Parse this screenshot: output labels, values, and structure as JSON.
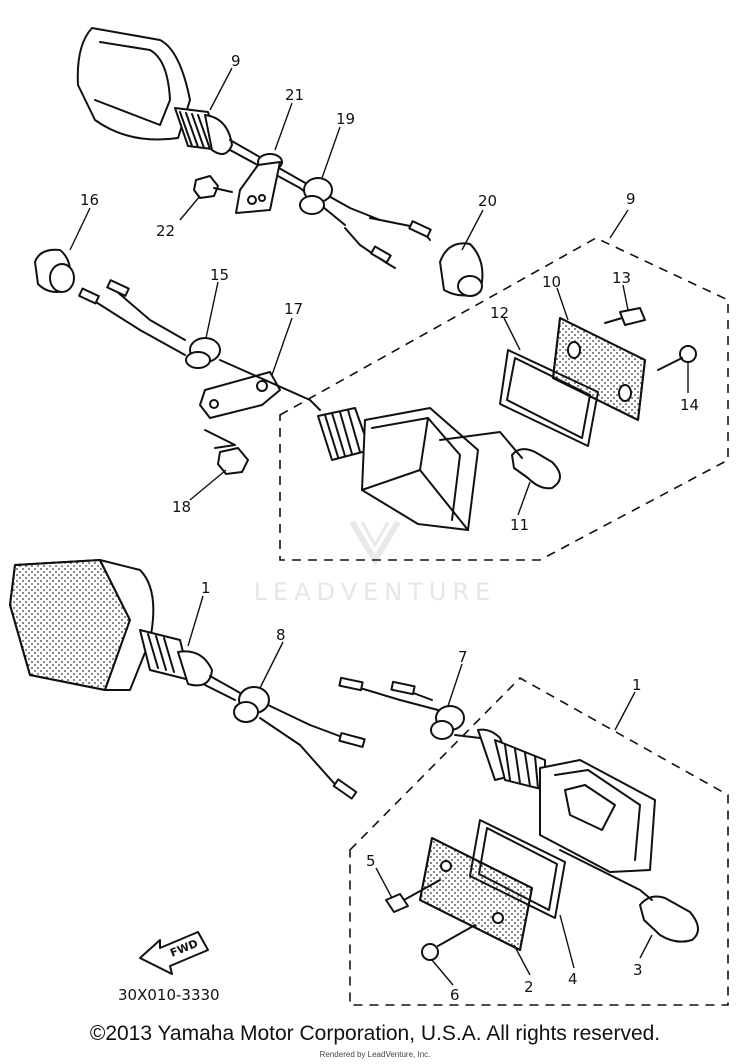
{
  "diagram": {
    "part_labels": {
      "p9_top": "9",
      "p21": "21",
      "p19": "19",
      "p22": "22",
      "p20": "20",
      "p16": "16",
      "p15": "15",
      "p17": "17",
      "p9_box": "9",
      "p10": "10",
      "p13": "13",
      "p12": "12",
      "p14": "14",
      "p18": "18",
      "p11": "11",
      "p1_left": "1",
      "p8": "8",
      "p7": "7",
      "p1_box": "1",
      "p5": "5",
      "p3": "3",
      "p4": "4",
      "p2": "2",
      "p6": "6"
    },
    "fwd_label": "FWD",
    "diagram_code": "30X010-3330",
    "watermark": "LEADVENTURE"
  },
  "footer": {
    "copyright": "©2013 Yamaha Motor Corporation, U.S.A. All rights reserved.",
    "rendered_by": "Rendered by LeadVenture, Inc."
  }
}
